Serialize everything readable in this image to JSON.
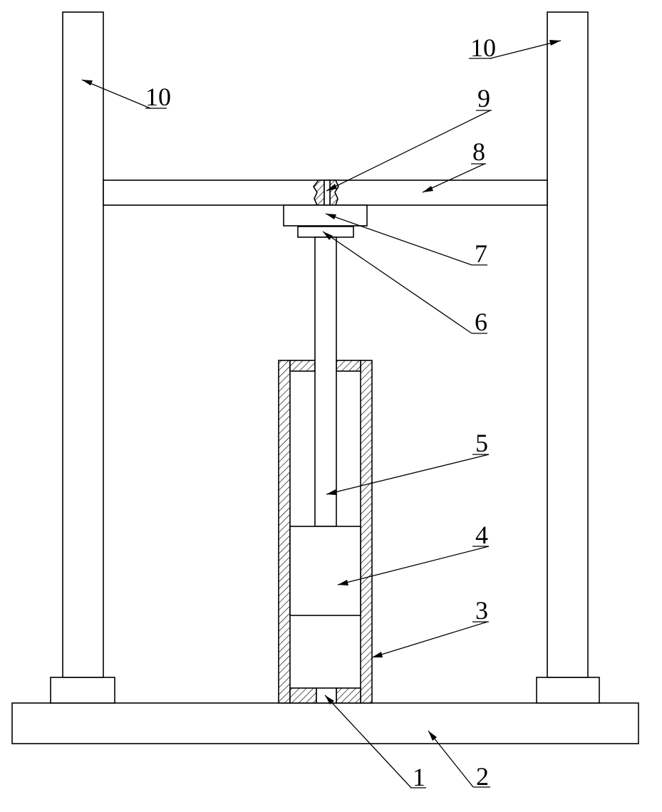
{
  "diagram": {
    "colors": {
      "line": "#000000",
      "background": "#ffffff"
    },
    "callouts": [
      {
        "id": "10-left",
        "label": "10"
      },
      {
        "id": "10-right",
        "label": "10"
      },
      {
        "id": "9",
        "label": "9"
      },
      {
        "id": "8",
        "label": "8"
      },
      {
        "id": "7",
        "label": "7"
      },
      {
        "id": "6",
        "label": "6"
      },
      {
        "id": "5",
        "label": "5"
      },
      {
        "id": "4",
        "label": "4"
      },
      {
        "id": "3",
        "label": "3"
      },
      {
        "id": "1",
        "label": "1"
      },
      {
        "id": "2",
        "label": "2"
      }
    ]
  }
}
